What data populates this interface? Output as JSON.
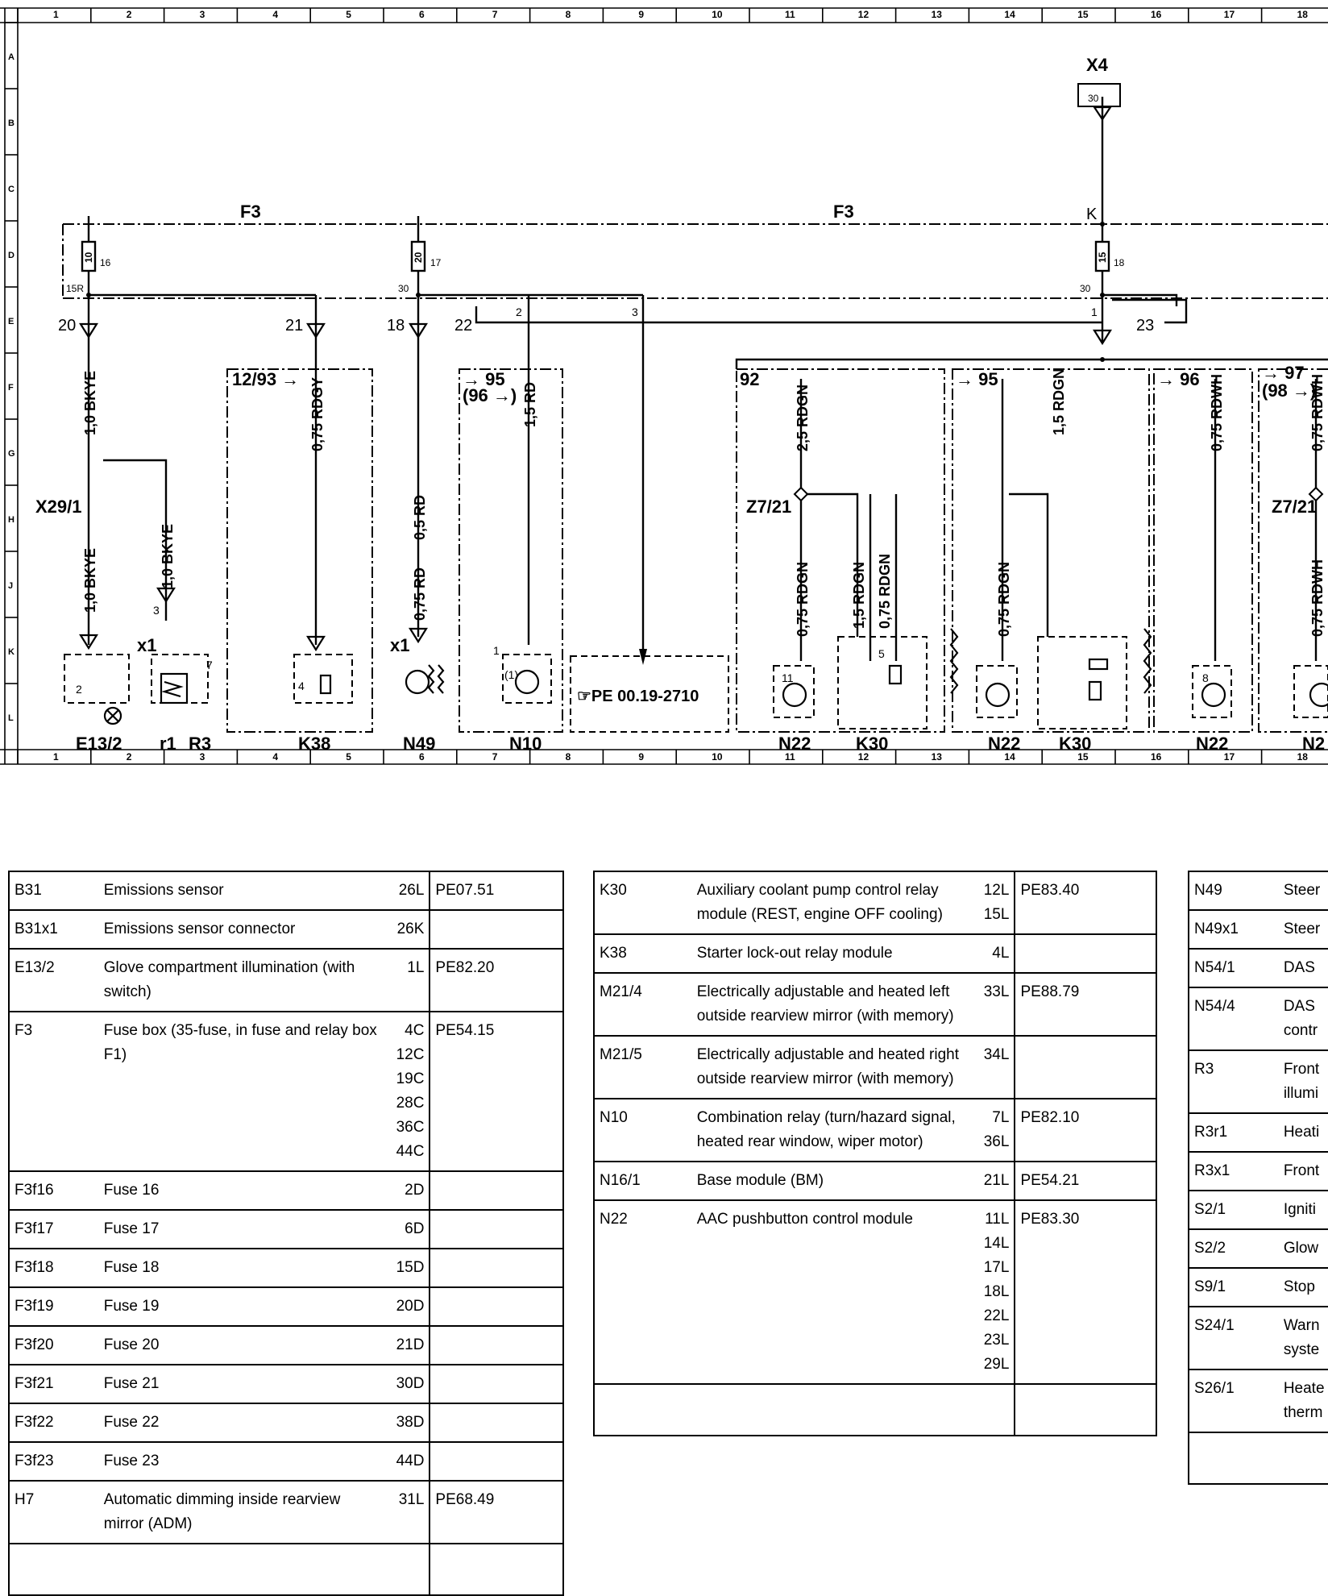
{
  "grid": {
    "columns": [
      "1",
      "2",
      "3",
      "4",
      "5",
      "6",
      "7",
      "8",
      "9",
      "10",
      "11",
      "12",
      "13",
      "14",
      "15",
      "16",
      "17",
      "18"
    ],
    "rows": [
      "A",
      "B",
      "C",
      "D",
      "E",
      "F",
      "G",
      "H",
      "J",
      "K",
      "L"
    ]
  },
  "labels": {
    "x4": "X4",
    "f3_left": "F3",
    "f3_right": "F3",
    "pin30": "30",
    "pin30b": "30",
    "pin30c": "30",
    "pin15r": "15R",
    "k": "K",
    "fuse10": "10",
    "fuse16": "16",
    "fuse20": "20",
    "fuse17": "17",
    "fuse15": "15",
    "fuse18": "18",
    "c20": "20",
    "c21": "21",
    "c18": "18",
    "c22": "22",
    "c23": "23",
    "n2": "2",
    "n3": "3",
    "n1": "1",
    "x29": "X29/1",
    "x1a": "x1",
    "x1b": "x1",
    "ref1293": "12/93 →",
    "ref95a": "→ 95",
    "ref96a": "(96 →)",
    "ref92": "92",
    "ref95b": "→ 95",
    "ref96b": "→ 96",
    "ref97": "→ 97",
    "ref98": "(98 →)",
    "w1": "1,0 BKYE",
    "w2": "1,0 BKYE",
    "w3": "1,0 BKYE",
    "w4": "0,75 RDGY",
    "w5": "0,5 RD",
    "w6": "0,75 RD",
    "w7": "1,5 RD",
    "w8": "2,5 RDGN",
    "w9": "0,75 RDGN",
    "w10": "1,5 RDGN",
    "w11": "0,75 RDGN",
    "w12": "1,5 RDGN",
    "w13": "0,75 RDGN",
    "w14": "0,75 RDWH",
    "w15": "0,75 RDWH",
    "w16": "0,75 RDWH",
    "z721a": "Z7/21",
    "z721b": "Z7/21",
    "e132": "E13/2",
    "r1": "r1",
    "r3": "R3",
    "k38": "K38",
    "n49": "N49",
    "n10": "N10",
    "n22a": "N22",
    "k30a": "K30",
    "n22b": "N22",
    "k30b": "K30",
    "n22c": "N22",
    "n22d": "N2",
    "pe": "☞PE 00.19-2710",
    "p2": "2",
    "p4": "4",
    "p3": "3",
    "p7": "7",
    "p1": "1",
    "p11": "11",
    "p8": "8",
    "p5": "5",
    "p1b": "(1)"
  },
  "legend1": [
    {
      "code": "B31",
      "desc": "Emissions sensor",
      "loc": "26L",
      "ref": "PE07.51"
    },
    {
      "code": "B31x1",
      "desc": "Emissions sensor connector",
      "loc": "26K",
      "ref": ""
    },
    {
      "code": "E13/2",
      "desc": "Glove compartment illumination (with switch)",
      "loc": "1L",
      "ref": "PE82.20"
    },
    {
      "code": "F3",
      "desc": "Fuse box (35-fuse, in fuse and relay box F1)",
      "loc": "4C\n12C\n19C\n28C\n36C\n44C",
      "ref": "PE54.15"
    },
    {
      "code": "F3f16",
      "desc": "Fuse 16",
      "loc": "2D",
      "ref": ""
    },
    {
      "code": "F3f17",
      "desc": "Fuse 17",
      "loc": "6D",
      "ref": ""
    },
    {
      "code": "F3f18",
      "desc": "Fuse 18",
      "loc": "15D",
      "ref": ""
    },
    {
      "code": "F3f19",
      "desc": "Fuse 19",
      "loc": "20D",
      "ref": ""
    },
    {
      "code": "F3f20",
      "desc": "Fuse 20",
      "loc": "21D",
      "ref": ""
    },
    {
      "code": "F3f21",
      "desc": "Fuse 21",
      "loc": "30D",
      "ref": ""
    },
    {
      "code": "F3f22",
      "desc": "Fuse 22",
      "loc": "38D",
      "ref": ""
    },
    {
      "code": "F3f23",
      "desc": "Fuse 23",
      "loc": "44D",
      "ref": ""
    },
    {
      "code": "H7",
      "desc": "Automatic dimming inside rearview mirror (ADM)",
      "loc": "31L",
      "ref": "PE68.49"
    },
    {
      "code": "",
      "desc": "",
      "loc": "",
      "ref": ""
    }
  ],
  "legend2": [
    {
      "code": "K30",
      "desc": "Auxiliary coolant pump control relay module (REST, engine OFF cooling)",
      "loc": "12L\n15L",
      "ref": "PE83.40"
    },
    {
      "code": "K38",
      "desc": "Starter lock-out relay module",
      "loc": "4L",
      "ref": ""
    },
    {
      "code": "M21/4",
      "desc": "Electrically adjustable and heated left outside rearview mirror (with memory)",
      "loc": "33L",
      "ref": "PE88.79"
    },
    {
      "code": "M21/5",
      "desc": "Electrically adjustable and heated right outside rearview mirror (with memory)",
      "loc": "34L",
      "ref": ""
    },
    {
      "code": "N10",
      "desc": "Combination relay (turn/hazard signal,\nheated rear window, wiper motor)",
      "loc": "7L\n36L",
      "ref": "PE82.10"
    },
    {
      "code": "N16/1",
      "desc": "Base module (BM)",
      "loc": "21L",
      "ref": "PE54.21"
    },
    {
      "code": "N22",
      "desc": "AAC pushbutton control module",
      "loc": "11L\n14L\n17L\n18L\n22L\n23L\n29L",
      "ref": "PE83.30"
    },
    {
      "code": "",
      "desc": "",
      "loc": "",
      "ref": ""
    }
  ],
  "legend3": [
    {
      "code": "N49",
      "desc": "Steer"
    },
    {
      "code": "N49x1",
      "desc": "Steer"
    },
    {
      "code": "N54/1",
      "desc": "DAS"
    },
    {
      "code": "N54/4",
      "desc": "DAS\ncontr"
    },
    {
      "code": "R3",
      "desc": "Front\nillumi"
    },
    {
      "code": "R3r1",
      "desc": "Heati"
    },
    {
      "code": "R3x1",
      "desc": "Front"
    },
    {
      "code": "S2/1",
      "desc": "Igniti"
    },
    {
      "code": "S2/2",
      "desc": "Glow"
    },
    {
      "code": "S9/1",
      "desc": "Stop"
    },
    {
      "code": "S24/1",
      "desc": "Warn\nsyste"
    },
    {
      "code": "S26/1",
      "desc": "Heate\ntherm"
    },
    {
      "code": "",
      "desc": ""
    }
  ]
}
